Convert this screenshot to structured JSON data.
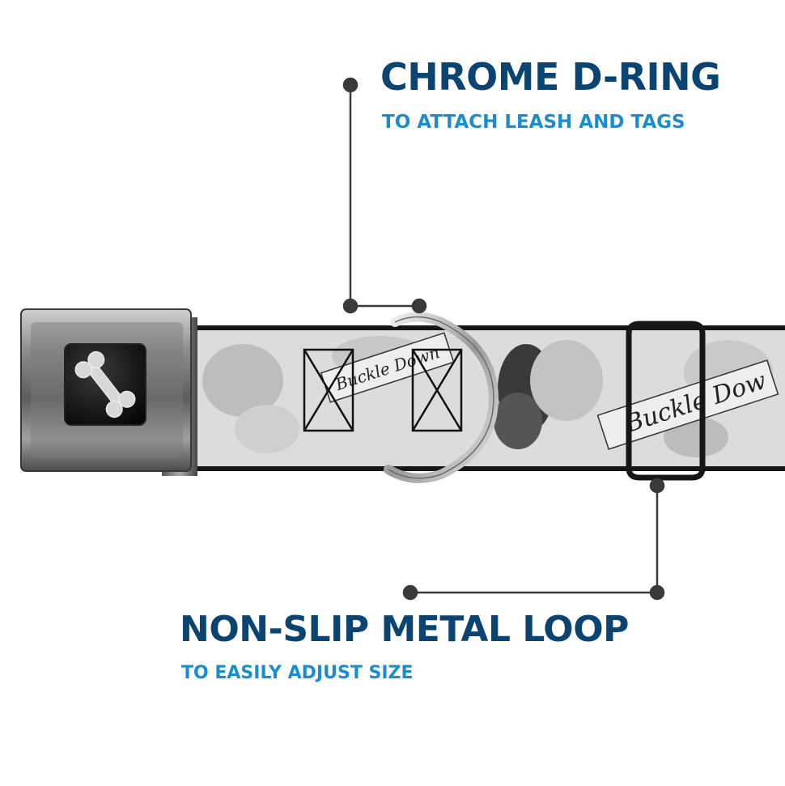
{
  "callouts": {
    "d_ring": {
      "title": "CHROME D-RING",
      "subtitle": "TO ATTACH LEASH AND TAGS"
    },
    "loop": {
      "title": "NON-SLIP METAL LOOP",
      "subtitle": "TO EASILY ADJUST SIZE"
    }
  },
  "strap_print": {
    "text_1": "Buckle Down",
    "text_2": "Buckle Dow"
  },
  "colors": {
    "title": "#0b4470",
    "subtitle": "#1a8dcf",
    "line": "#3a3a3a"
  },
  "icons": {
    "buckle_logo": "bone-icon"
  }
}
